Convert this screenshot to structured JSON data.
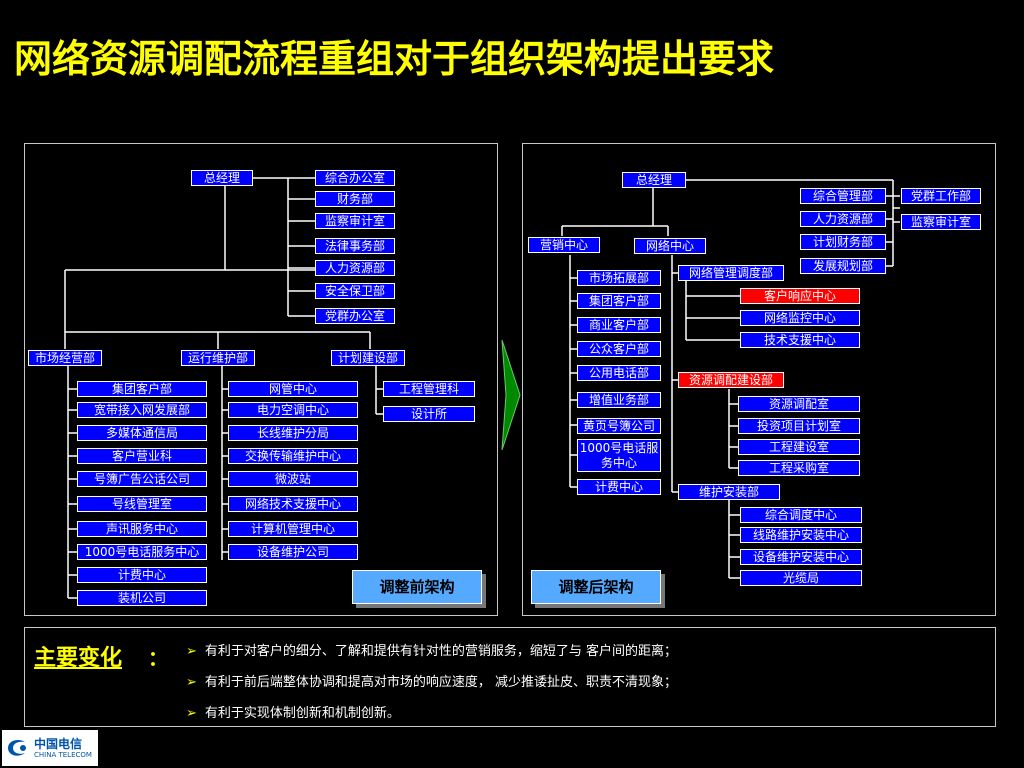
{
  "title": "网络资源调配流程重组对于组织架构提出要求",
  "before": {
    "ceo": "总经理",
    "staff": [
      "综合办公室",
      "财务部",
      "监察审计室",
      "法律事务部",
      "人力资源部",
      "安全保卫部",
      "党群办公室"
    ],
    "divisions": [
      "市场经营部",
      "运行维护部",
      "计划建设部"
    ],
    "market_units": [
      "集团客户部",
      "宽带接入网发展部",
      "多媒体通信局",
      "客户营业科",
      "号簿广告公话公司",
      "号线管理室",
      "声讯服务中心",
      "1000号电话服务中心",
      "计费中心",
      "装机公司"
    ],
    "ops_units": [
      "网管中心",
      "电力空调中心",
      "长线维护分局",
      "交换传输维护中心",
      "微波站",
      "网络技术支援中心",
      "计算机管理中心",
      "设备维护公司"
    ],
    "plan_units": [
      "工程管理科",
      "设计所"
    ],
    "label": "调整前架构"
  },
  "after": {
    "ceo": "总经理",
    "staff": [
      "综合管理部",
      "人力资源部",
      "计划财务部",
      "发展规划部"
    ],
    "staff_extra": [
      "党群工作部",
      "监察审计室"
    ],
    "centers": [
      "营销中心",
      "网络中心"
    ],
    "marketing_units": [
      "市场拓展部",
      "集团客户部",
      "商业客户部",
      "公众客户部",
      "公用电话部",
      "增值业务部",
      "黄页号簿公司",
      "1000号电话服务中心",
      "计费中心"
    ],
    "network_depts": [
      "网络管理调度部",
      "资源调配建设部",
      "维护安装部"
    ],
    "nm_units": [
      "客户响应中心",
      "网络监控中心",
      "技术支援中心"
    ],
    "res_units": [
      "资源调配室",
      "投资项目计划室",
      "工程建设室",
      "工程采购室"
    ],
    "maint_units": [
      "综合调度中心",
      "线路维护安装中心",
      "设备维护安装中心",
      "光缆局"
    ],
    "label": "调整后架构"
  },
  "changes": {
    "heading": "主要变化",
    "colon": "：",
    "items": [
      "有利于对客户的细分、了解和提供有针对性的营销服务，缩短了与  客户间的距离；",
      "有利于前后端整体协调和提高对市场的响应速度，  减少推诿扯皮、职责不清现象；",
      "有利于实现体制创新和机制创新。"
    ]
  },
  "logo": {
    "cn": "中国电信",
    "en": "CHINA TELECOM"
  },
  "colors": {
    "box": "#0000ff",
    "highlight": "#ff0000",
    "title": "#ffff00",
    "arrow": "#00a000"
  }
}
